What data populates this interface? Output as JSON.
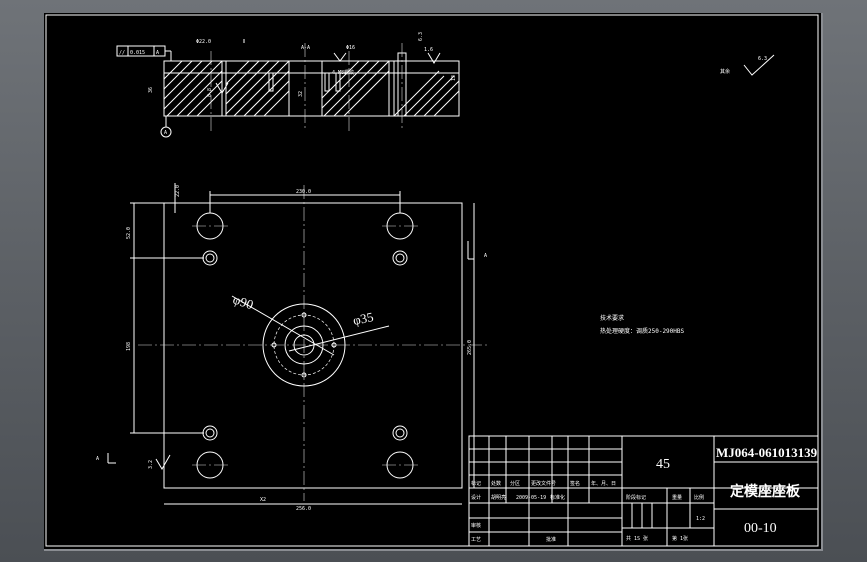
{
  "section_view": {
    "section_label": "A-A",
    "flatness_frame": [
      "//",
      "0.015",
      "A"
    ],
    "dim_hole_22": "Φ22.0",
    "dim_hole_16": "Φ16",
    "dim_36": "36",
    "dim_8": "8.8",
    "dim_32": "32",
    "dim_6_3": "6.3",
    "dim_1_6": "1.6",
    "dim_13": "13",
    "dim_small_note": "4-M8螺纹",
    "datum_label": "A"
  },
  "surface_finish": {
    "value": "6.3",
    "text": "其余"
  },
  "plan_view": {
    "dim_top": "230.0",
    "dim_left_top": "22.0",
    "dim_left_52": "52.0",
    "dim_left_mid": "198",
    "dim_right": "265.0",
    "dim_bottom": "256.0",
    "dim_3_2": "3.2",
    "dim_x2": "X2",
    "dim_phi90": "φ90",
    "dim_phi35": "φ35",
    "section_marker_top": "A",
    "section_marker_bottom": "A"
  },
  "tech_requirements": {
    "title": "技术要求",
    "line1": "热处理硬度：调质250-290HBS"
  },
  "title_block": {
    "material": "45",
    "drawing_no": "MJ064-061013139",
    "part_name": "定模座座板",
    "scale_text": "00-10",
    "row_labels": [
      "标记",
      "处数",
      "分区",
      "更改文件号",
      "签名",
      "年、月、日"
    ],
    "design_label": "设计",
    "designer": "胡明亮",
    "date": "2009-05-19",
    "standard": "标准化",
    "review_label": "审核",
    "process_label": "工艺",
    "approve_label": "批准",
    "stage_label": "阶段标记",
    "weight_label": "重量",
    "ratio_label": "比例",
    "ratio_value": "1:2",
    "sheets": "共 1S 张",
    "sheet_no": "第 1张"
  }
}
